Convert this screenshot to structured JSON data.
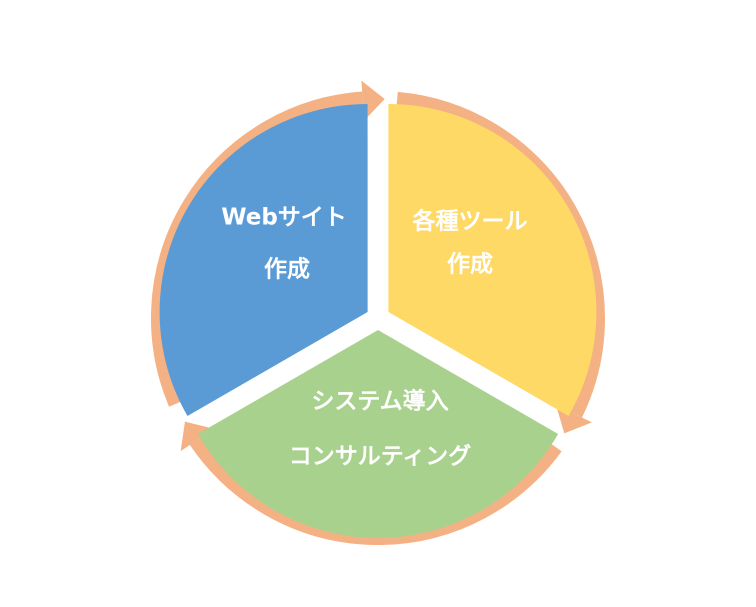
{
  "segments": [
    {
      "id": "web",
      "lines": [
        "Webサイト",
        "作成"
      ],
      "color": "#5b9bd5"
    },
    {
      "id": "tools",
      "lines": [
        "各種ツール",
        "作成"
      ],
      "color": "#ffd966"
    },
    {
      "id": "system",
      "lines": [
        "システム導入",
        "コンサルティング"
      ],
      "color": "#a9d18e"
    }
  ],
  "arrow_color": "#f4b183",
  "background": "#ffffff"
}
